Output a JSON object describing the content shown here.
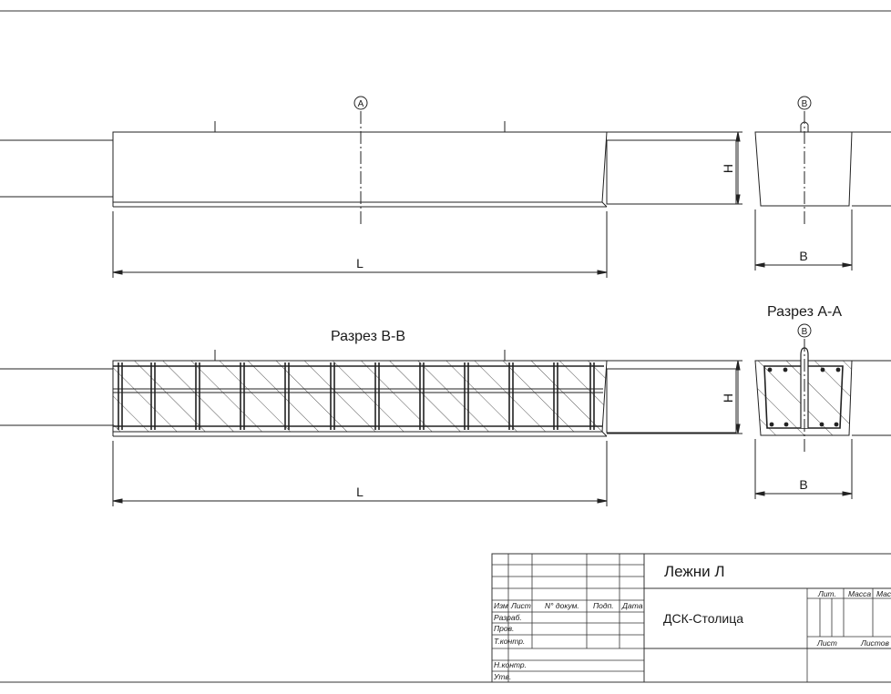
{
  "drawing": {
    "markers": {
      "a": "A",
      "b": "B"
    },
    "section_a_title": "Разрез А-А",
    "section_b_title": "Разрез В-В",
    "dimensions": {
      "length": "L",
      "height": "H",
      "width": "B"
    }
  },
  "title_block": {
    "product_name": "Лежни Л",
    "organization": "ДСК-Столица",
    "headers": {
      "change": "Изм",
      "sheet": "Лист",
      "doc_no": "N° докум.",
      "sign": "Подп.",
      "date": "Дата"
    },
    "roles": {
      "developed": "Разраб.",
      "checked": "Пров.",
      "tech_control": "Т.контр.",
      "norm_control": "Н.контр.",
      "approved": "Утв."
    },
    "right": {
      "lit": "Лит.",
      "mass": "Масса",
      "scale": "Мас",
      "sheet": "Лист",
      "sheets": "Листов"
    }
  }
}
